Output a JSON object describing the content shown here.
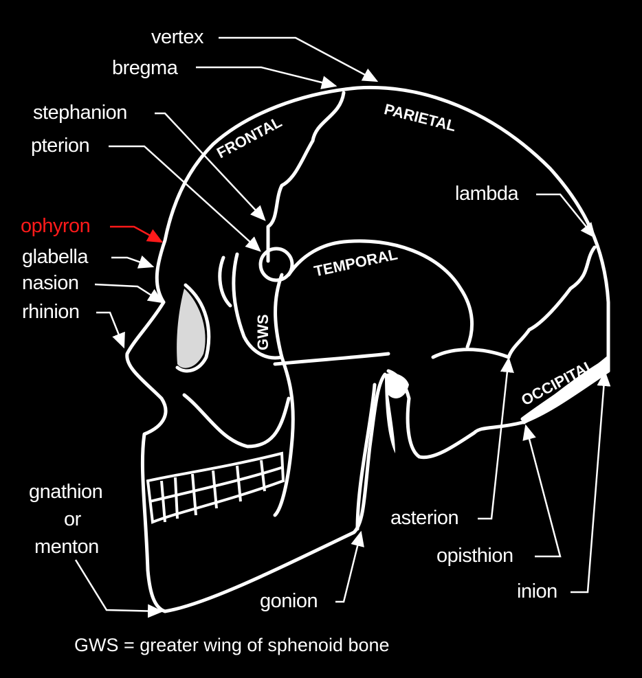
{
  "labels": {
    "vertex": "vertex",
    "bregma": "bregma",
    "stephanion": "stephanion",
    "pterion": "pterion",
    "ophyron": "ophyron",
    "glabella": "glabella",
    "nasion": "nasion",
    "rhinion": "rhinion",
    "gnathion": "gnathion",
    "or": "or",
    "menton": "menton",
    "gonion": "gonion",
    "asterion": "asterion",
    "opisthion": "opisthion",
    "inion": "inion",
    "lambda": "lambda"
  },
  "bones": {
    "frontal": "FRONTAL",
    "parietal": "PARIETAL",
    "temporal": "TEMPORAL",
    "gws": "GWS",
    "occipital": "OCCIPITAL"
  },
  "caption": "GWS = greater wing of sphenoid bone",
  "colors": {
    "highlight": "#ff1a1a",
    "line": "#ffffff",
    "background": "#000000"
  }
}
